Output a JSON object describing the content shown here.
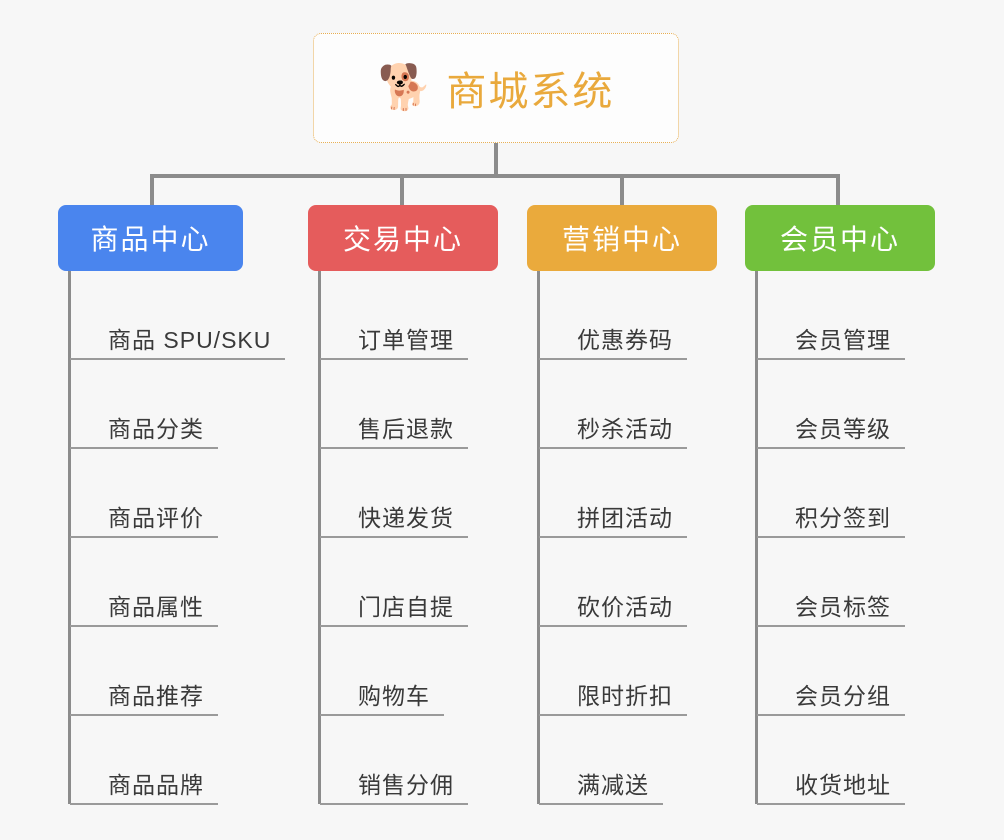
{
  "page": {
    "background_color": "#f7f7f7",
    "connector_color": "#8c8c8c",
    "item_line_color": "#9a9a9a",
    "item_text_color": "#3a3a3a"
  },
  "root": {
    "title": "商城系统",
    "emoji": "🐕",
    "emoji_name": "shiba-dog-face-icon",
    "border_color": "#e8ae52",
    "text_color": "#e9a93c",
    "background": "#fdfdfd"
  },
  "columns": [
    {
      "id": "product-center",
      "label": "商品中心",
      "color": "#4a85ee",
      "items": [
        "商品 SPU/SKU",
        "商品分类",
        "商品评价",
        "商品属性",
        "商品推荐",
        "商品品牌"
      ]
    },
    {
      "id": "trade-center",
      "label": "交易中心",
      "color": "#e55c5c",
      "items": [
        "订单管理",
        "售后退款",
        "快递发货",
        "门店自提",
        "购物车",
        "销售分佣"
      ]
    },
    {
      "id": "marketing-center",
      "label": "营销中心",
      "color": "#eaaa3c",
      "items": [
        "优惠券码",
        "秒杀活动",
        "拼团活动",
        "砍价活动",
        "限时折扣",
        "满减送"
      ]
    },
    {
      "id": "member-center",
      "label": "会员中心",
      "color": "#72c13c",
      "items": [
        "会员管理",
        "会员等级",
        "积分签到",
        "会员标签",
        "会员分组",
        "收货地址"
      ]
    }
  ]
}
